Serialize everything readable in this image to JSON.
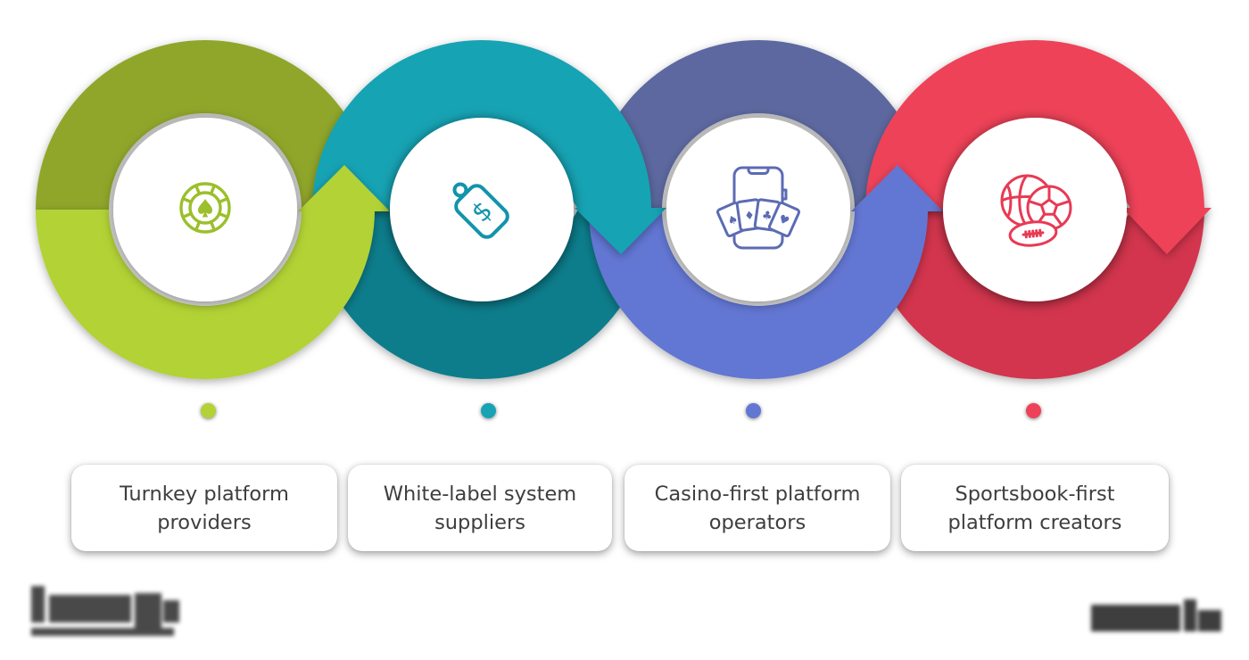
{
  "canvas": {
    "background": "#ffffff"
  },
  "icons": {
    "dollar": "$",
    "suits": [
      "♠",
      "♦",
      "♣",
      "♥"
    ]
  },
  "steps": [
    {
      "lines": [
        "Turnkey platform",
        "providers"
      ],
      "color": "#b2d236",
      "dark_color": "#8fa62c",
      "icon": "poker-chip-icon",
      "icon_color": "#9cbf2b"
    },
    {
      "lines": [
        "White-label system",
        "suppliers"
      ],
      "color": "#17a3b4",
      "dark_color": "#117d8c",
      "icon": "price-tag-icon",
      "icon_color": "#1294ab"
    },
    {
      "lines": [
        "Casino-first platform",
        "operators"
      ],
      "color": "#6276d3",
      "dark_color": "#5b689f",
      "icon": "phone-cards-icon",
      "icon_color": "#5c6bb3"
    },
    {
      "lines": [
        "Sportsbook-first",
        "platform creators"
      ],
      "color": "#ee4258",
      "dark_color": "#d2354e",
      "icon": "sports-balls-icon",
      "icon_color": "#e83a54"
    }
  ],
  "footer": {
    "left_logo": "obscured-brand-logo",
    "right_logo": "obscured-brand-mark"
  }
}
